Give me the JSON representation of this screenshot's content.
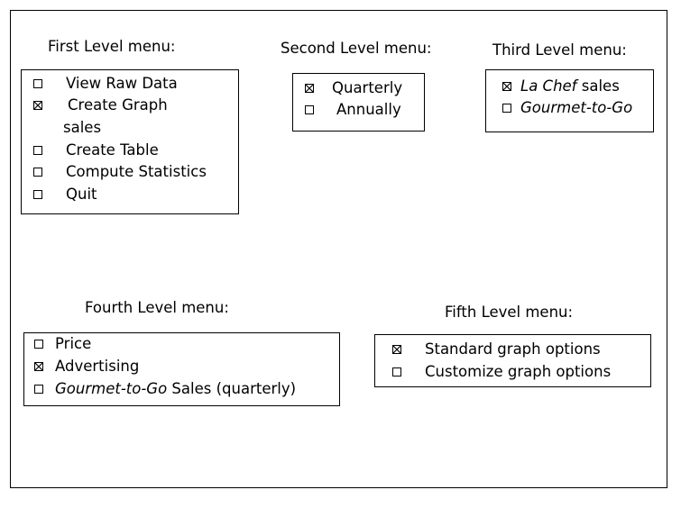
{
  "menus": {
    "first": {
      "title": "First  Level menu:",
      "items": [
        {
          "label": "View Raw Data",
          "checked": false
        },
        {
          "label": "Create Graph",
          "label_line2": "sales",
          "checked": true
        },
        {
          "label": "Create Table",
          "checked": false
        },
        {
          "label": "Compute Statistics",
          "checked": false
        },
        {
          "label": "Quit",
          "checked": false
        }
      ]
    },
    "second": {
      "title": "Second Level menu:",
      "items": [
        {
          "label": "Quarterly",
          "checked": true
        },
        {
          "label": "Annually",
          "checked": false
        }
      ]
    },
    "third": {
      "title": "Third Level menu:",
      "items": [
        {
          "italic": "La Chef",
          "label": "sales",
          "checked": true
        },
        {
          "italic": "Gourmet-to-Go",
          "label": "",
          "checked": false
        }
      ]
    },
    "fourth": {
      "title": "Fourth Level menu:",
      "items": [
        {
          "label": "Price",
          "checked": false
        },
        {
          "label": "Advertising",
          "checked": true
        },
        {
          "italic": "Gourmet-to-Go",
          "label": "Sales (quarterly)",
          "checked": false
        }
      ]
    },
    "fifth": {
      "title": "Fifth Level menu:",
      "items": [
        {
          "label": "Standard  graph options",
          "checked": true
        },
        {
          "label": "Customize graph options",
          "checked": false
        }
      ]
    }
  }
}
